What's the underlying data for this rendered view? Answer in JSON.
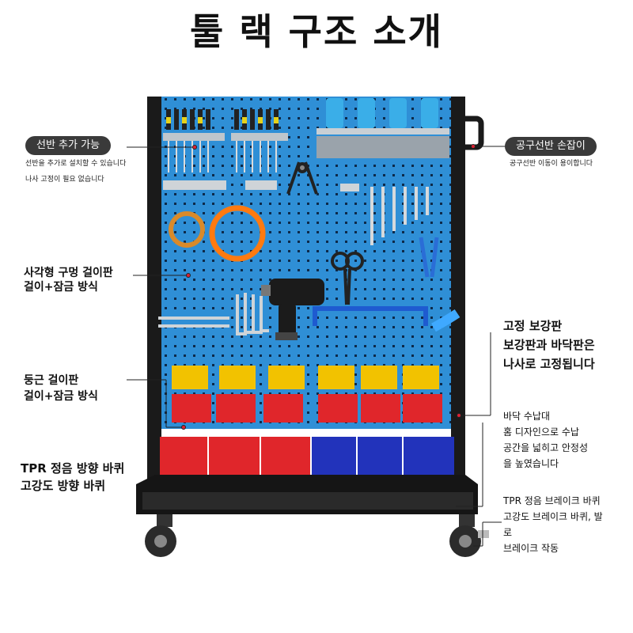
{
  "title": "툴 랙 구조 소개",
  "labels": {
    "shelf": {
      "title": "선반 추가 가능",
      "line1": "선반을 추가로 설치할 수 있습니다",
      "line2": "나사 고정이 필요 없습니다"
    },
    "handle": {
      "title": "공구선반 손잡이",
      "line1": "공구선반 이동이 용이합니다"
    },
    "square_hole": {
      "line1": "사각형 구멍 걸이판",
      "line2": "걸이+잠금 방식"
    },
    "round_hole": {
      "line1": "둥근 걸이판",
      "line2": "걸이+잠금 방식"
    },
    "tpr_caster": {
      "line1": "TPR 정음 방향 바퀴",
      "line2": "고강도 방향 바퀴"
    },
    "fix_plate": {
      "line1": "고정 보강판",
      "line2": "보강판과 바닥판은",
      "line3": "나사로 고정됩니다"
    },
    "bottom_tray": {
      "line1": "바닥 수납대",
      "line2": "홈 디자인으로 수납",
      "line3": "공간을 넓히고 안정성",
      "line4": "을 높였습니다"
    },
    "brake_caster": {
      "line1": "TPR 정음 브레이크 바퀴",
      "line2": "고강도 브레이크 바퀴, 발",
      "line3": "로",
      "line4": "브레이크 작동"
    }
  },
  "colors": {
    "pegboard": "#2f8fd6",
    "frame": "#1a1a1a",
    "bin_yellow": "#f2c200",
    "bin_red": "#e0262b",
    "bin_blue": "#2233bb",
    "leader": "#222222",
    "pill_bg": "#3a3a3a"
  }
}
